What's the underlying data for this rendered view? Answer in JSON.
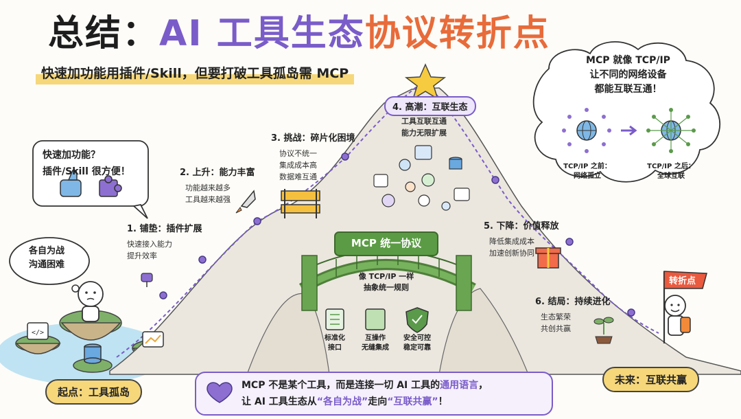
{
  "header": {
    "title_part1": "总结：",
    "title_part2": "AI 工具生态",
    "title_part3": "协议转折点",
    "subtitle": "快速加功能用插件/Skill，但要打破工具孤岛需 MCP"
  },
  "left_bubble": {
    "line1": "快速加功能？",
    "line2": "插件/Skill 很方便！"
  },
  "island_bubble": {
    "line1": "各自为战",
    "line2": "沟通困难"
  },
  "stages": [
    {
      "title": "1. 铺垫：插件扩展",
      "desc1": "快速接入能力",
      "desc2": "提升效率"
    },
    {
      "title": "2. 上升：能力丰富",
      "desc1": "功能越来越多",
      "desc2": "工具越来越强"
    },
    {
      "title": "3. 挑战：碎片化困境",
      "desc1": "协议不统一",
      "desc2": "集成成本高",
      "desc3": "数据难互通"
    },
    {
      "title": "4. 高潮：互联生态",
      "desc1": "工具互联互通",
      "desc2": "能力无限扩展"
    },
    {
      "title": "5. 下降：价值释放",
      "desc1": "降低集成成本",
      "desc2": "加速创新协同"
    },
    {
      "title": "6. 结局：持续进化",
      "desc1": "生态繁荣",
      "desc2": "共创共赢"
    }
  ],
  "bridge": {
    "sign": "MCP 统一协议",
    "caption1": "像 TCP/IP 一样",
    "caption2": "抽象统一规则",
    "items": [
      {
        "icon": "checklist-icon",
        "line1": "标准化",
        "line2": "接口"
      },
      {
        "icon": "puzzle-icon",
        "line1": "互操作",
        "line2": "无缝集成"
      },
      {
        "icon": "shield-icon",
        "line1": "安全可控",
        "line2": "稳定可靠"
      }
    ]
  },
  "cloud": {
    "line1": "MCP 就像 TCP/IP",
    "line2": "让不同的网络设备",
    "line3": "都能互联互通！",
    "before_label1": "TCP/IP 之前：",
    "before_label2": "网络孤立",
    "after_label1": "TCP/IP 之后：",
    "after_label2": "全球互联"
  },
  "flag": {
    "text": "转折点"
  },
  "start_badge": "起点：工具孤岛",
  "end_badge": "未来：互联共赢",
  "bottom_message": {
    "line1_a": "MCP 不是某个工具，而是连接一切 AI 工具的",
    "line1_b": "通用语言",
    "line1_c": "，",
    "line2_a": "让 AI 工具生态从",
    "line2_b": "“各自为战”",
    "line2_c": "走向",
    "line2_d": "“互联共赢”",
    "line2_e": "！"
  },
  "colors": {
    "purple": "#7a5cc9",
    "orange": "#e86b3a",
    "highlight": "#f6d77a",
    "green": "#5a9a4a",
    "mountain": "#e9e6df"
  }
}
